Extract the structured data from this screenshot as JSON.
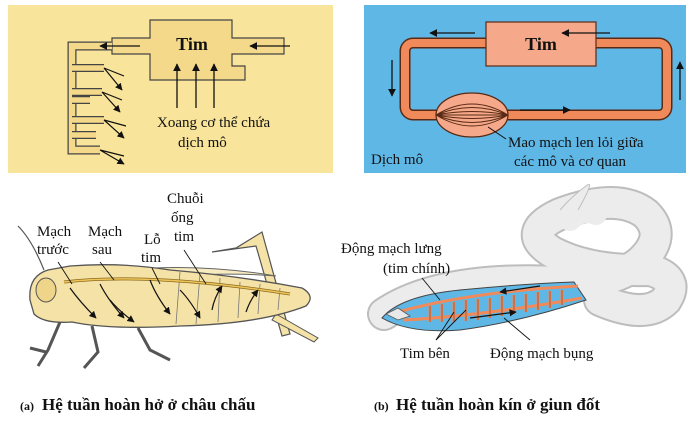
{
  "colors": {
    "open_panel": "#f8e49a",
    "closed_panel": "#5fb7e6",
    "vessel_open": "#f5d98a",
    "vessel_closed": "#f08a5a",
    "heart": "#f6a98a",
    "vessel_outline": "#444444"
  },
  "open_system": {
    "heart_label": "Tim",
    "sinus_label_line1": "Xoang cơ thể chứa",
    "sinus_label_line2": "dịch mô"
  },
  "closed_system": {
    "heart_label": "Tim",
    "capillary_label_line1": "Mao mạch len lỏi giữa",
    "capillary_label_line2": "các mô và cơ quan",
    "tissue_fluid_label": "Dịch mô"
  },
  "grasshopper": {
    "front_vessel_line1": "Mạch",
    "front_vessel_line2": "trước",
    "back_vessel_line1": "Mạch",
    "back_vessel_line2": "sau",
    "heart_pore_line1": "Lỗ",
    "heart_pore_line2": "tim",
    "tube_heart_line1": "Chuỗi",
    "tube_heart_line2": "ống",
    "tube_heart_line3": "tim"
  },
  "earthworm": {
    "dorsal_line1": "Động mạch lưng",
    "dorsal_line2": "(tim chính)",
    "lateral_hearts": "Tim bên",
    "ventral": "Động mạch bụng"
  },
  "captions": {
    "a_letter": "(a)",
    "a_text": "Hệ tuần hoàn hở ở châu chấu",
    "b_letter": "(b)",
    "b_text": "Hệ tuần hoàn kín ở giun đốt"
  }
}
